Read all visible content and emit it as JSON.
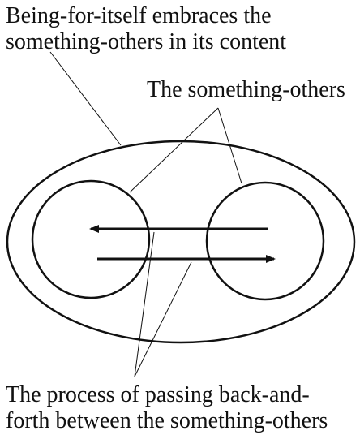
{
  "labels": {
    "top_line1": "Being-for-itself embraces the",
    "top_line2": "something-others in its content",
    "middle": "The something-others",
    "bottom_line1": "The process of passing back-and-",
    "bottom_line2": "forth between the something-others"
  },
  "colors": {
    "ink": "#111111",
    "background": "#ffffff"
  }
}
